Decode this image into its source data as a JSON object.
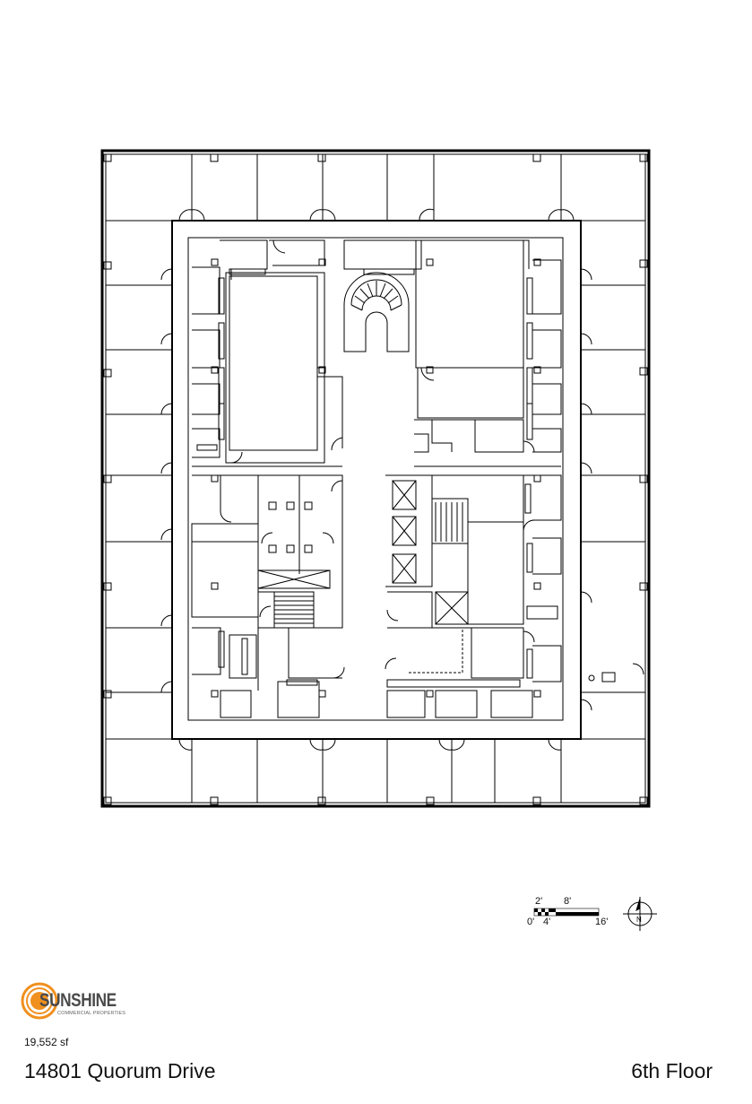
{
  "logo": {
    "name": "SUNSHINE",
    "tagline": "COMMERCIAL PROPERTIES",
    "sun_color": "#f0901e"
  },
  "scale_bar": {
    "top_labels": [
      "2'",
      "8'"
    ],
    "bottom_labels": [
      "0'",
      "4'",
      "16'"
    ]
  },
  "north_arrow": {
    "label": "N"
  },
  "footer": {
    "area": "19,552 sf",
    "address": "14801 Quorum Drive",
    "floor": "6th Floor"
  }
}
